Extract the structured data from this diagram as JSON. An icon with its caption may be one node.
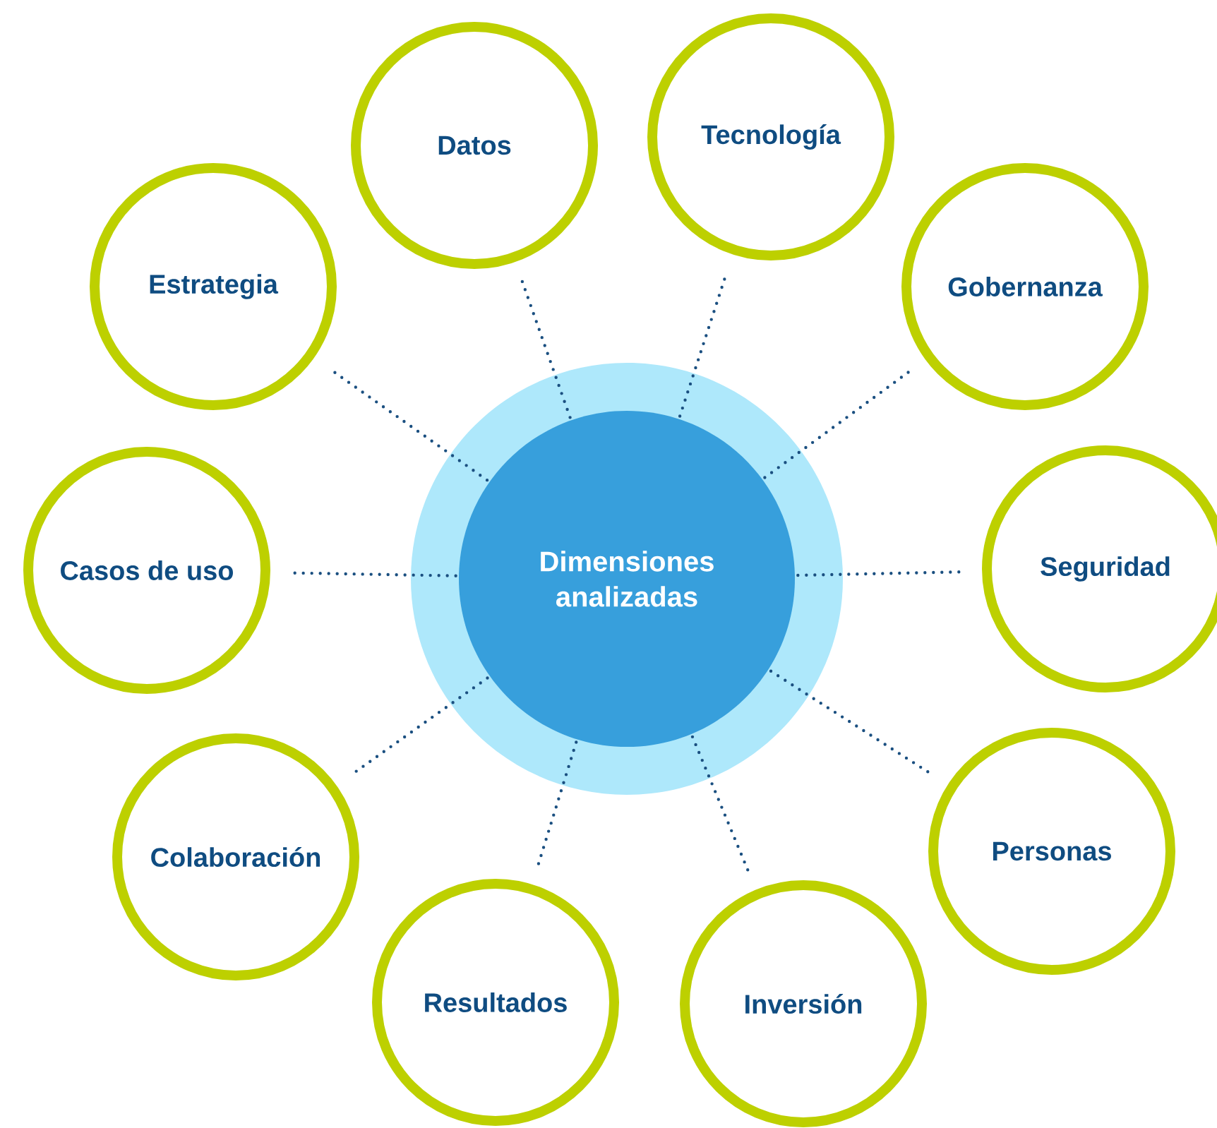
{
  "diagram": {
    "nodes": [
      {
        "text": [
          "Dimensiones analizadas"
        ]
      },
      {
        "text": [
          "Datos"
        ]
      },
      {
        "text": [
          "Tecnología"
        ]
      },
      {
        "text": [
          "Gobernanza"
        ]
      },
      {
        "text": [
          "Seguridad"
        ]
      },
      {
        "text": [
          "Personas"
        ]
      },
      {
        "text": [
          "Inversión"
        ]
      },
      {
        "text": [
          "Resultados"
        ]
      },
      {
        "text": [
          "Colaboración"
        ]
      },
      {
        "text": [
          "Casos de uso"
        ]
      },
      {
        "text": [
          "Estrategia"
        ]
      }
    ],
    "edges": [
      {
        "from": 0,
        "to": 1,
        "arrow": "none"
      },
      {
        "from": 0,
        "to": 2,
        "arrow": "none"
      },
      {
        "from": 0,
        "to": 3,
        "arrow": "none"
      },
      {
        "from": 0,
        "to": 4,
        "arrow": "none"
      },
      {
        "from": 0,
        "to": 5,
        "arrow": "none"
      },
      {
        "from": 0,
        "to": 6,
        "arrow": "none"
      },
      {
        "from": 0,
        "to": 7,
        "arrow": "none"
      },
      {
        "from": 0,
        "to": 8,
        "arrow": "none"
      },
      {
        "from": 0,
        "to": 9,
        "arrow": "none"
      },
      {
        "from": 0,
        "to": 10,
        "arrow": "none"
      }
    ]
  }
}
